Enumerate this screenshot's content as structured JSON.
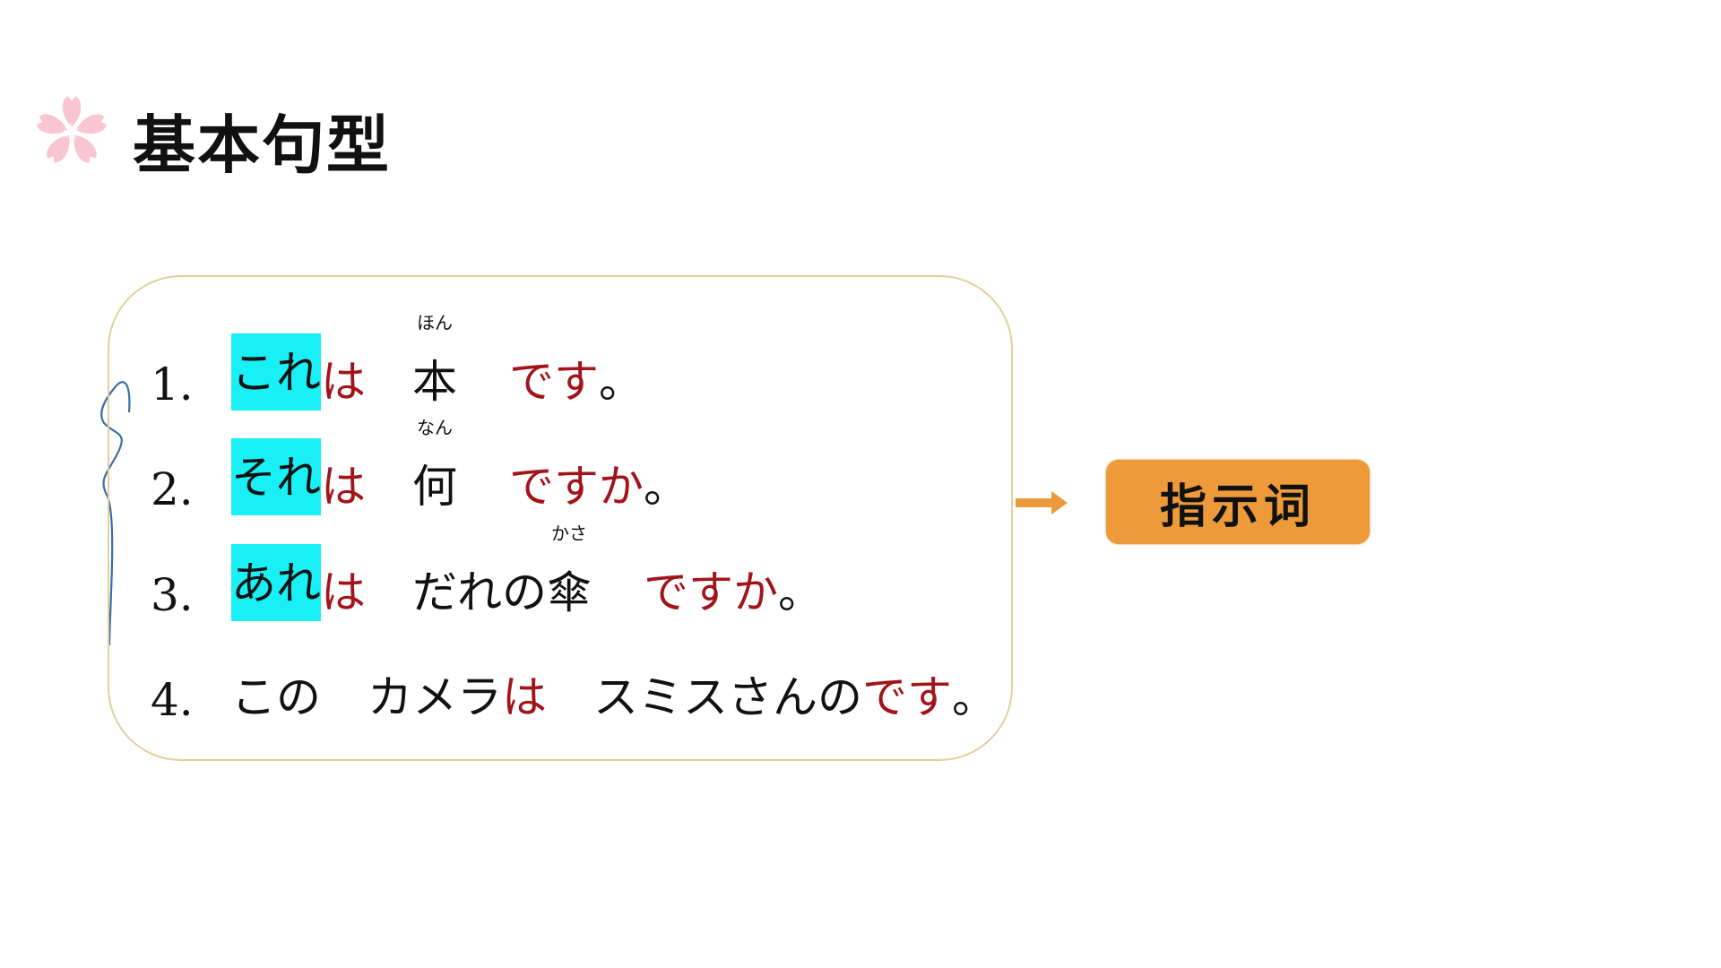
{
  "slide": {
    "title": "基本句型",
    "title_icon": "sakura-flower-icon",
    "sentences": [
      {
        "num": "1.",
        "demonstrative": "これ",
        "particle": "は",
        "noun_pre": "",
        "noun": "本",
        "furigana": "ほん",
        "copula": "です",
        "end": "。"
      },
      {
        "num": "2.",
        "demonstrative": "それ",
        "particle": "は",
        "noun_pre": "",
        "noun": "何",
        "furigana": "なん",
        "copula": "ですか",
        "end": "。"
      },
      {
        "num": "3.",
        "demonstrative": "あれ",
        "particle": "は",
        "noun_pre": "だれの",
        "noun": "傘",
        "furigana": "かさ",
        "copula": "ですか",
        "end": "。"
      },
      {
        "num": "4.",
        "demonstrative": "この",
        "noun_subject": "カメラ",
        "particle": "は",
        "predicate": "スミスさんの",
        "copula": "です",
        "end": "。"
      }
    ],
    "arrow_icon": "right-arrow-icon",
    "label": "指示词",
    "colors": {
      "highlight": "#18f0f5",
      "particle_red": "#a3141a",
      "box_border": "#e4cf9c",
      "label_bg": "#ec9a3a",
      "ink_annotation": "#3a6ea5"
    }
  }
}
